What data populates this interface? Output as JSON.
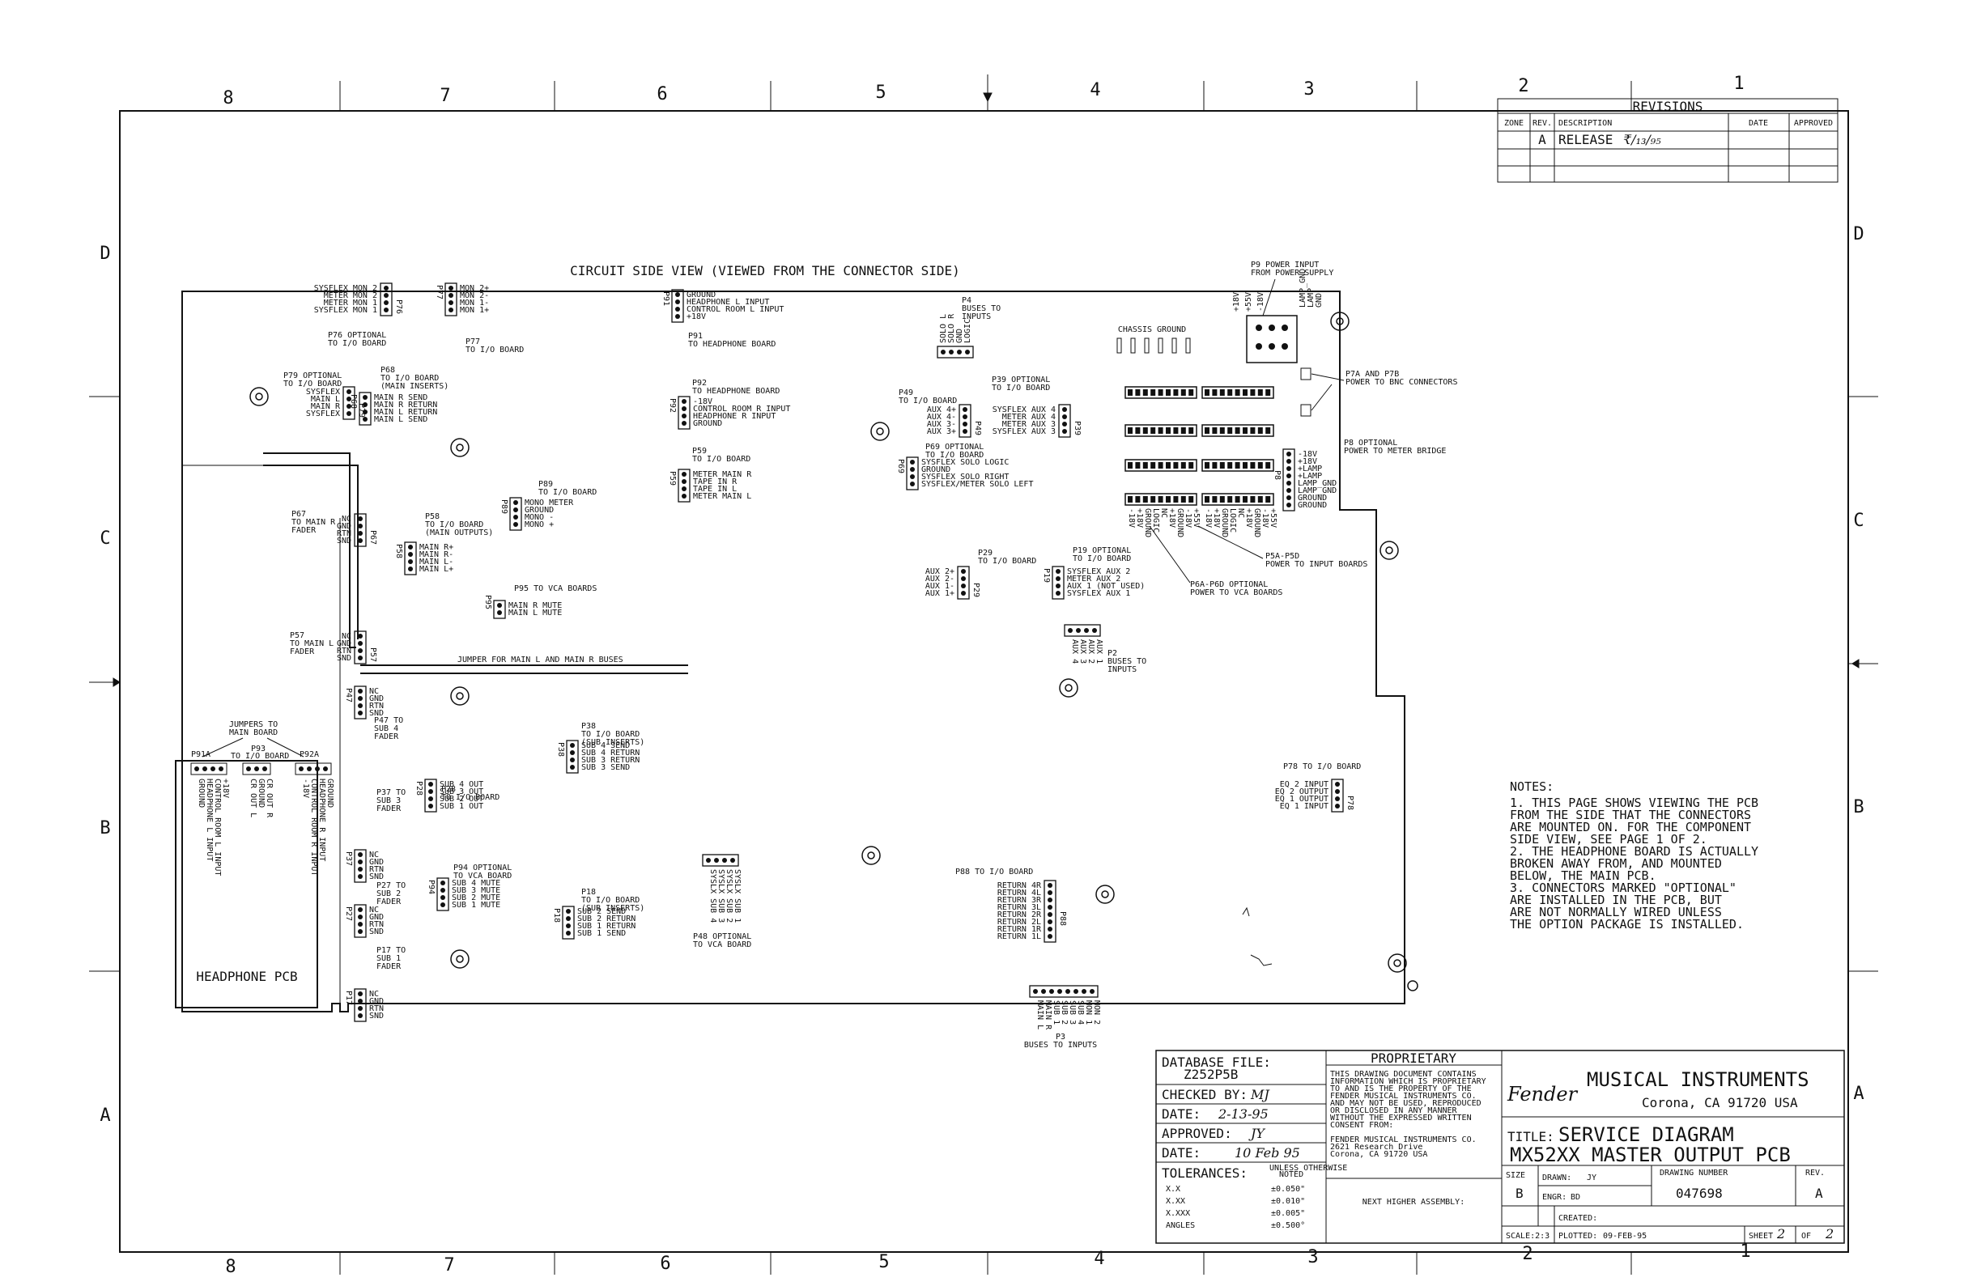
{
  "zones": {
    "top": [
      "8",
      "7",
      "6",
      "5",
      "4",
      "3",
      "2",
      "1"
    ],
    "bottom": [
      "8",
      "7",
      "6",
      "5",
      "4",
      "3",
      "2",
      "1"
    ],
    "left": [
      "D",
      "C",
      "B",
      "A"
    ],
    "right": [
      "D",
      "C",
      "B",
      "A"
    ]
  },
  "revisions": {
    "title": "REVISIONS",
    "headers": [
      "ZONE",
      "REV.",
      "DESCRIPTION",
      "DATE",
      "APPROVED"
    ],
    "row": {
      "zone": "",
      "rev": "A",
      "description": "RELEASE",
      "handwritten": "₹/₁₃/₉₅"
    }
  },
  "view_title": "CIRCUIT SIDE VIEW (VIEWED FROM THE CONNECTOR SIDE)",
  "connectors": {
    "p76": {
      "pins": [
        "SYSFLEX MON 2",
        "METER MON 2",
        "METER MON 1",
        "SYSFLEX MON 1"
      ],
      "id": "P76",
      "caption": [
        "P76 OPTIONAL",
        "TO I/O BOARD"
      ]
    },
    "p77": {
      "pins": [
        "MON 2+",
        "MON 2-",
        "MON 1-",
        "MON 1+"
      ],
      "id": "P77",
      "caption": [
        "P77",
        "TO I/O BOARD"
      ]
    },
    "p91": {
      "pins": [
        "GROUND",
        "HEADPHONE L INPUT",
        "CONTROL ROOM L INPUT",
        "+18V"
      ],
      "id": "P91",
      "caption": [
        "P91",
        "TO HEADPHONE BOARD"
      ]
    },
    "p4": {
      "pins": [
        "SOLO L",
        "SOLO R",
        "GND",
        "LOGIC"
      ],
      "id": "P4",
      "caption": [
        "P4",
        "BUSES TO",
        "INPUTS"
      ]
    },
    "p9": {
      "id": "P9",
      "caption": [
        "P9 POWER INPUT",
        "FROM POWER SUPPLY"
      ],
      "pins": [
        "+18V",
        "+55V",
        "-18V",
        "LAMP_GND",
        "LAMP",
        "GND"
      ]
    },
    "chassis": "CHASSIS GROUND",
    "p79": {
      "id": "P79",
      "caption": [
        "P79 OPTIONAL",
        "TO I/O BOARD"
      ],
      "pins": [
        "SYSFLEX",
        "MAIN L",
        "MAIN R",
        "SYSFLEX"
      ]
    },
    "p68": {
      "id": "P68",
      "caption": [
        "P68",
        "TO I/O BOARD",
        "(MAIN INSERTS)"
      ],
      "pins": [
        "MAIN R SEND",
        "MAIN R RETURN",
        "MAIN L RETURN",
        "MAIN L SEND"
      ]
    },
    "p92": {
      "id": "P92",
      "caption": [
        "P92",
        "TO HEADPHONE BOARD"
      ],
      "pins": [
        "-18V",
        "CONTROL ROOM R INPUT",
        "HEADPHONE R INPUT",
        "GROUND"
      ]
    },
    "p49": {
      "id": "P49",
      "caption": [
        "P49",
        "TO I/O BOARD"
      ],
      "pins": [
        "AUX 4+",
        "AUX 4-",
        "AUX 3-",
        "AUX 3+"
      ]
    },
    "p39": {
      "id": "P39",
      "caption": [
        "P39 OPTIONAL",
        "TO I/O BOARD"
      ],
      "pins": [
        "SYSFLEX AUX 4",
        "METER AUX 4",
        "METER AUX 3",
        "SYSFLEX AUX 3"
      ]
    },
    "p7a": {
      "caption": [
        "P7A AND P7B",
        "POWER TO BNC CONNECTORS"
      ]
    },
    "p69": {
      "id": "P69",
      "caption": [
        "P69 OPTIONAL",
        "TO I/O BOARD"
      ],
      "pins": [
        "SYSFLEX SOLO LOGIC",
        "GROUND",
        "SYSFLEX SOLO RIGHT",
        "SYSFLEX/METER SOLO LEFT"
      ]
    },
    "p59": {
      "id": "P59",
      "caption": [
        "P59",
        "TO I/O BOARD"
      ],
      "pins": [
        "METER MAIN R",
        "TAPE IN R",
        "TAPE IN L",
        "METER MAIN L"
      ]
    },
    "p8": {
      "id": "P8",
      "caption": [
        "P8 OPTIONAL",
        "POWER TO METER BRIDGE"
      ],
      "pins": [
        "-18V",
        "+18V",
        "+LAMP",
        "+LAMP",
        "LAMP_GND",
        "LAMP_GND",
        "GROUND",
        "GROUND"
      ]
    },
    "p89": {
      "id": "P89",
      "caption": [
        "P89",
        "TO I/O BOARD"
      ],
      "pins": [
        "MONO METER",
        "GROUND",
        "MONO -",
        "MONO +"
      ]
    },
    "p67": {
      "id": "P67",
      "caption": [
        "P67",
        "TO MAIN R",
        "FADER"
      ],
      "pins": [
        "NC",
        "GND",
        "RTN",
        "SND"
      ]
    },
    "p58": {
      "id": "P58",
      "caption": [
        "P58",
        "TO I/O BOARD",
        "(MAIN OUTPUTS)"
      ],
      "pins": [
        "MAIN R+",
        "MAIN R-",
        "MAIN L-",
        "MAIN L+"
      ]
    },
    "p29": {
      "id": "P29",
      "caption": [
        "P29",
        "TO I/O BOARD"
      ],
      "pins": [
        "AUX 2+",
        "AUX 2-",
        "AUX 1-",
        "AUX 1+"
      ]
    },
    "p19": {
      "id": "P19",
      "caption": [
        "P19 OPTIONAL",
        "TO I/O BOARD"
      ],
      "pins": [
        "SYSFLEX AUX 2",
        "METER AUX 2",
        "AUX 1 (NOT USED)",
        "SYSFLEX AUX 1"
      ]
    },
    "power_pins": [
      "-18V",
      "+18V",
      "GROUND",
      "LOGIC",
      "NC",
      "+18V",
      "GROUND",
      "-18V",
      "+55V"
    ],
    "p5a": {
      "caption": [
        "P5A-P5D",
        "POWER TO INPUT BOARDS"
      ]
    },
    "p6a": {
      "caption": [
        "P6A-P6D OPTIONAL",
        "POWER TO VCA BOARDS"
      ]
    },
    "p95": {
      "id": "P95",
      "caption": [
        "P95 TO VCA BOARDS"
      ],
      "pins": [
        "MAIN R MUTE",
        "MAIN L MUTE"
      ]
    },
    "p57": {
      "id": "P57",
      "caption": [
        "P57",
        "TO MAIN L",
        "FADER"
      ],
      "pins": [
        "NC",
        "GND",
        "RTN",
        "SND"
      ]
    },
    "p2": {
      "id": "P2",
      "caption": [
        "P2",
        "BUSES TO",
        "INPUTS"
      ],
      "pins": [
        "AUX 4",
        "AUX 3",
        "AUX 2",
        "AUX 1"
      ]
    },
    "jumper": "JUMPER FOR MAIN L AND MAIN R BUSES",
    "p47": {
      "id": "P47",
      "caption": [
        "P47 TO",
        "SUB 4",
        "FADER"
      ],
      "pins": [
        "NC",
        "GND",
        "RTN",
        "SND"
      ]
    },
    "p38": {
      "id": "P38",
      "caption": [
        "P38",
        "TO I/O BOARD",
        "(SUB INSERTS)"
      ],
      "pins": [
        "SUB 4 SEND",
        "SUB 4 RETURN",
        "SUB 3 RETURN",
        "SUB 3 SEND"
      ]
    },
    "p78": {
      "id": "P78",
      "caption": [
        "P78 TO I/O BOARD"
      ],
      "pins": [
        "EQ 2 INPUT",
        "EQ 2 OUTPUT",
        "EQ 1 OUTPUT",
        "EQ 1 INPUT"
      ]
    },
    "jumpers_to": [
      "JUMPERS TO",
      "MAIN BOARD"
    ],
    "p91a": "P91A",
    "p93": {
      "id": "P93",
      "caption": "TO I/O BOARD",
      "pins": [
        "CR OUT L",
        "GROUND",
        "CR OUT R"
      ]
    },
    "p92a": "P92A",
    "hp_left_pins": [
      "GROUND",
      "HEADPHONE L INPUT",
      "CONTROL ROOM L INPUT",
      "+18V"
    ],
    "hp_right_pins": [
      "-18V",
      "CONTROL ROOM R INPUT",
      "HEADPHONE R INPUT",
      "GROUND"
    ],
    "p37": {
      "id": "P37",
      "caption": [
        "P37 TO",
        "SUB 3",
        "FADER"
      ],
      "pins": [
        "NC",
        "GND",
        "RTN",
        "SND"
      ]
    },
    "p28": {
      "id": "P28",
      "caption": [
        "P28",
        "TO I/O BOARD"
      ],
      "pins": [
        "SUB 4 OUT",
        "SUB 3 OUT",
        "SUB 2 OUT",
        "SUB 1 OUT"
      ]
    },
    "p27": {
      "id": "P27",
      "caption": [
        "P27 TO",
        "SUB 2",
        "FADER"
      ],
      "pins": [
        "NC",
        "GND",
        "RTN",
        "SND"
      ]
    },
    "p94": {
      "id": "P94",
      "caption": [
        "P94 OPTIONAL",
        "TO VCA BOARD"
      ],
      "pins": [
        "SUB 4 MUTE",
        "SUB 3 MUTE",
        "SUB 2 MUTE",
        "SUB 1 MUTE"
      ]
    },
    "p48": {
      "id": "P48",
      "caption": [
        "P48 OPTIONAL",
        "TO VCA BOARD"
      ],
      "pins": [
        "SYSLX SUB 4",
        "SYSLX SUB 3",
        "SYSLX SUB 2",
        "SYSLX SUB 1"
      ]
    },
    "p18": {
      "id": "P18",
      "caption": [
        "P18",
        "TO I/O BOARD",
        "(SUB INSERTS)"
      ],
      "pins": [
        "SUB 2 SEND",
        "SUB 2 RETURN",
        "SUB 1 RETURN",
        "SUB 1 SEND"
      ]
    },
    "p88": {
      "id": "P88",
      "caption": [
        "P88 TO I/O BOARD"
      ],
      "pins": [
        "RETURN 4R",
        "RETURN 4L",
        "RETURN 3R",
        "RETURN 3L",
        "RETURN 2R",
        "RETURN 2L",
        "RETURN 1R",
        "RETURN 1L"
      ]
    },
    "p17": {
      "id": "P17",
      "caption": [
        "P17 TO",
        "SUB 1",
        "FADER"
      ],
      "pins": [
        "NC",
        "GND",
        "RTN",
        "SND"
      ]
    },
    "p3": {
      "id": "P3",
      "caption": [
        "P3",
        "BUSES TO INPUTS"
      ],
      "pins": [
        "MAIN L",
        "MAIN R",
        "SUB 1",
        "SUB 2",
        "SUB 3",
        "SUB 4",
        "MON 1",
        "MON 2"
      ]
    },
    "headphone_pcb": "HEADPHONE PCB"
  },
  "notes": {
    "heading": "NOTES:",
    "lines": [
      "1. THIS PAGE SHOWS VIEWING THE PCB",
      "   FROM THE SIDE THAT THE CONNECTORS",
      "   ARE MOUNTED ON. FOR THE COMPONENT",
      "   SIDE VIEW, SEE PAGE 1 OF 2.",
      "2. THE HEADPHONE BOARD IS ACTUALLY",
      "   BROKEN AWAY FROM, AND MOUNTED",
      "   BELOW, THE MAIN PCB.",
      "3. CONNECTORS MARKED \"OPTIONAL\"",
      "   ARE INSTALLED IN THE PCB, BUT",
      "   ARE NOT NORMALLY WIRED UNLESS",
      "   THE OPTION PACKAGE IS INSTALLED."
    ]
  },
  "title_block": {
    "database_label": "DATABASE FILE:",
    "database_value": "Z252P5B",
    "checked_label": "CHECKED BY:",
    "checked_value": "MJ",
    "date1_label": "DATE:",
    "date1_value": "2-13-95",
    "approved_label": "APPROVED:",
    "approved_value": "JY",
    "date2_label": "DATE:",
    "date2_value": "10 Feb 95",
    "tolerances_label": "TOLERANCES:",
    "tolerances_note": [
      "UNLESS OTHERWISE",
      "NOTED"
    ],
    "tolerances": [
      [
        "X.X",
        "±0.050\""
      ],
      [
        "X.XX",
        "±0.010\""
      ],
      [
        "X.XXX",
        "±0.005\""
      ],
      [
        "ANGLES",
        "±0.500°"
      ]
    ],
    "proprietary_title": "PROPRIETARY",
    "proprietary_text": [
      "THIS DRAWING DOCUMENT CONTAINS",
      "INFORMATION WHICH IS PROPRIETARY",
      "TO AND IS THE PROPERTY OF THE",
      "FENDER MUSICAL INSTRUMENTS CO.",
      "AND MAY NOT BE USED, REPRODUCED",
      "OR DISCLOSED IN ANY MANNER",
      "WITHOUT THE EXPRESSED WRITTEN",
      "CONSENT FROM:",
      "",
      "FENDER MUSICAL INSTRUMENTS CO.",
      "2621 Research Drive",
      "Corona, CA 91720 USA"
    ],
    "next_assembly": "NEXT HIGHER ASSEMBLY:",
    "logo": "Fender",
    "company": "MUSICAL INSTRUMENTS",
    "company_city": "Corona, CA 91720 USA",
    "title_label": "TITLE:",
    "title_line1": "SERVICE DIAGRAM",
    "title_line2": "MX52XX MASTER OUTPUT PCB",
    "size_label": "SIZE",
    "size_value": "B",
    "drawn_label": "DRAWN:",
    "drawn_value": "JY",
    "engr_label": "ENGR:",
    "engr_value": "BD",
    "drawing_number_label": "DRAWING NUMBER",
    "drawing_number": "047698",
    "rev_label": "REV.",
    "rev_value": "A",
    "scale": "SCALE:2:3",
    "created_label": "CREATED:",
    "plotted_label": "PLOTTED:",
    "plotted_value": "09-FEB-95",
    "sheet_label": "SHEET",
    "sheet_value": "2",
    "of_label": "OF",
    "of_value": "2"
  }
}
